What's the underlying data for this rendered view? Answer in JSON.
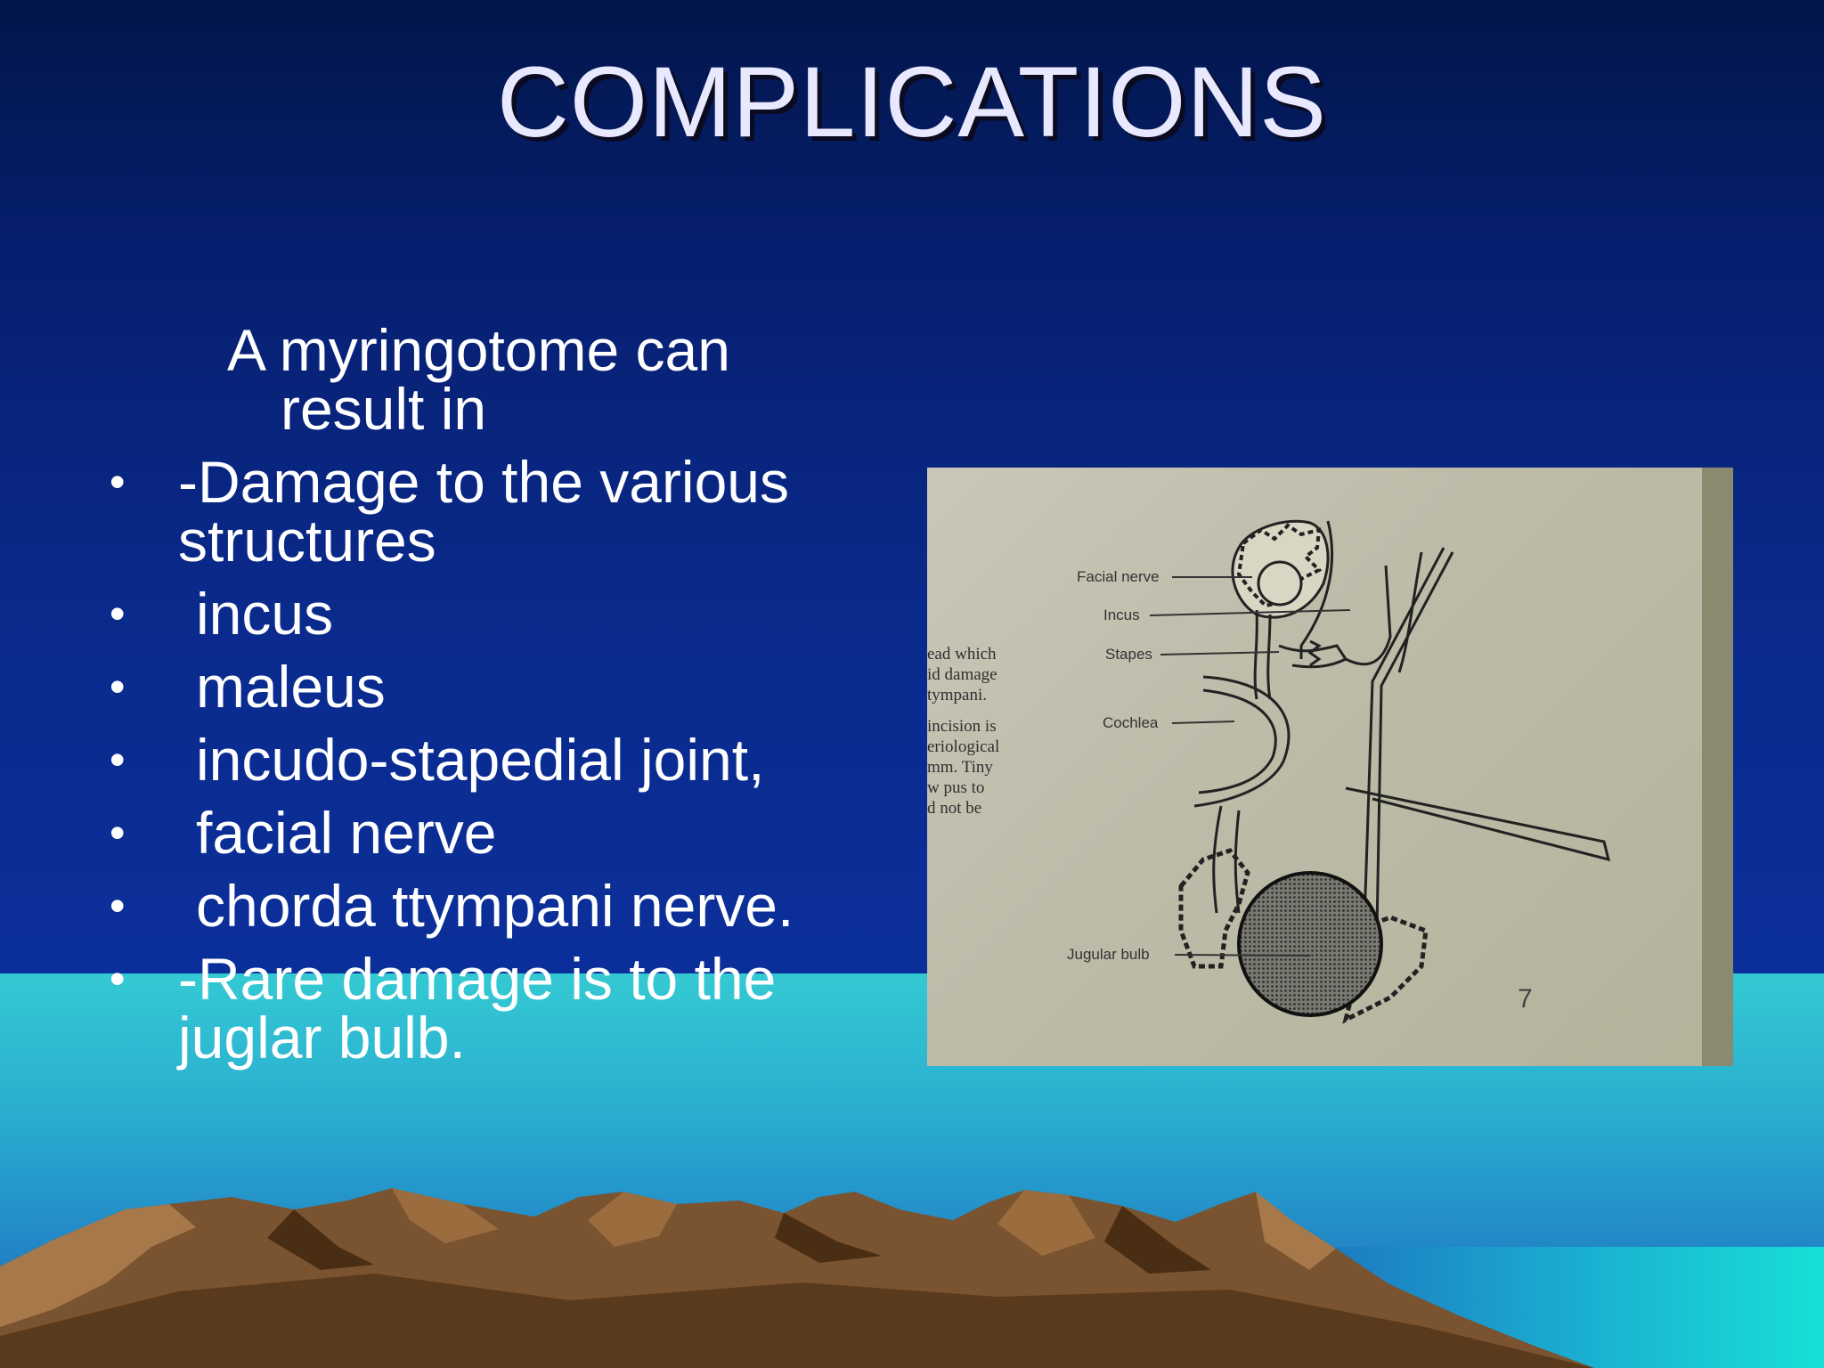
{
  "slide": {
    "title": "COMPLICATIONS",
    "intro": "A myringotome can result in",
    "bullets": [
      "-Damage to the various structures",
      "incus",
      "maleus",
      "incudo-stapedial joint,",
      "facial nerve",
      "chorda ttympani nerve.",
      "-Rare damage is to the juglar bulb."
    ],
    "bullet_glyph": "•"
  },
  "figure": {
    "labels": {
      "facial_nerve": "Facial nerve",
      "incus": "Incus",
      "stapes": "Stapes",
      "cochlea": "Cochlea",
      "jugular_bulb": "Jugular bulb"
    },
    "side_text": [
      "ead which",
      "id damage",
      "tympani.",
      "",
      "incision is",
      "eriological",
      "mm. Tiny",
      "w pus to",
      "d not be"
    ],
    "page_number": "7"
  },
  "colors": {
    "sky_top": "#02164a",
    "sky_bottom": "#0a2fa0",
    "sea": "#34c9d3",
    "mountain": "#6e4a26",
    "text": "#ffffff"
  }
}
